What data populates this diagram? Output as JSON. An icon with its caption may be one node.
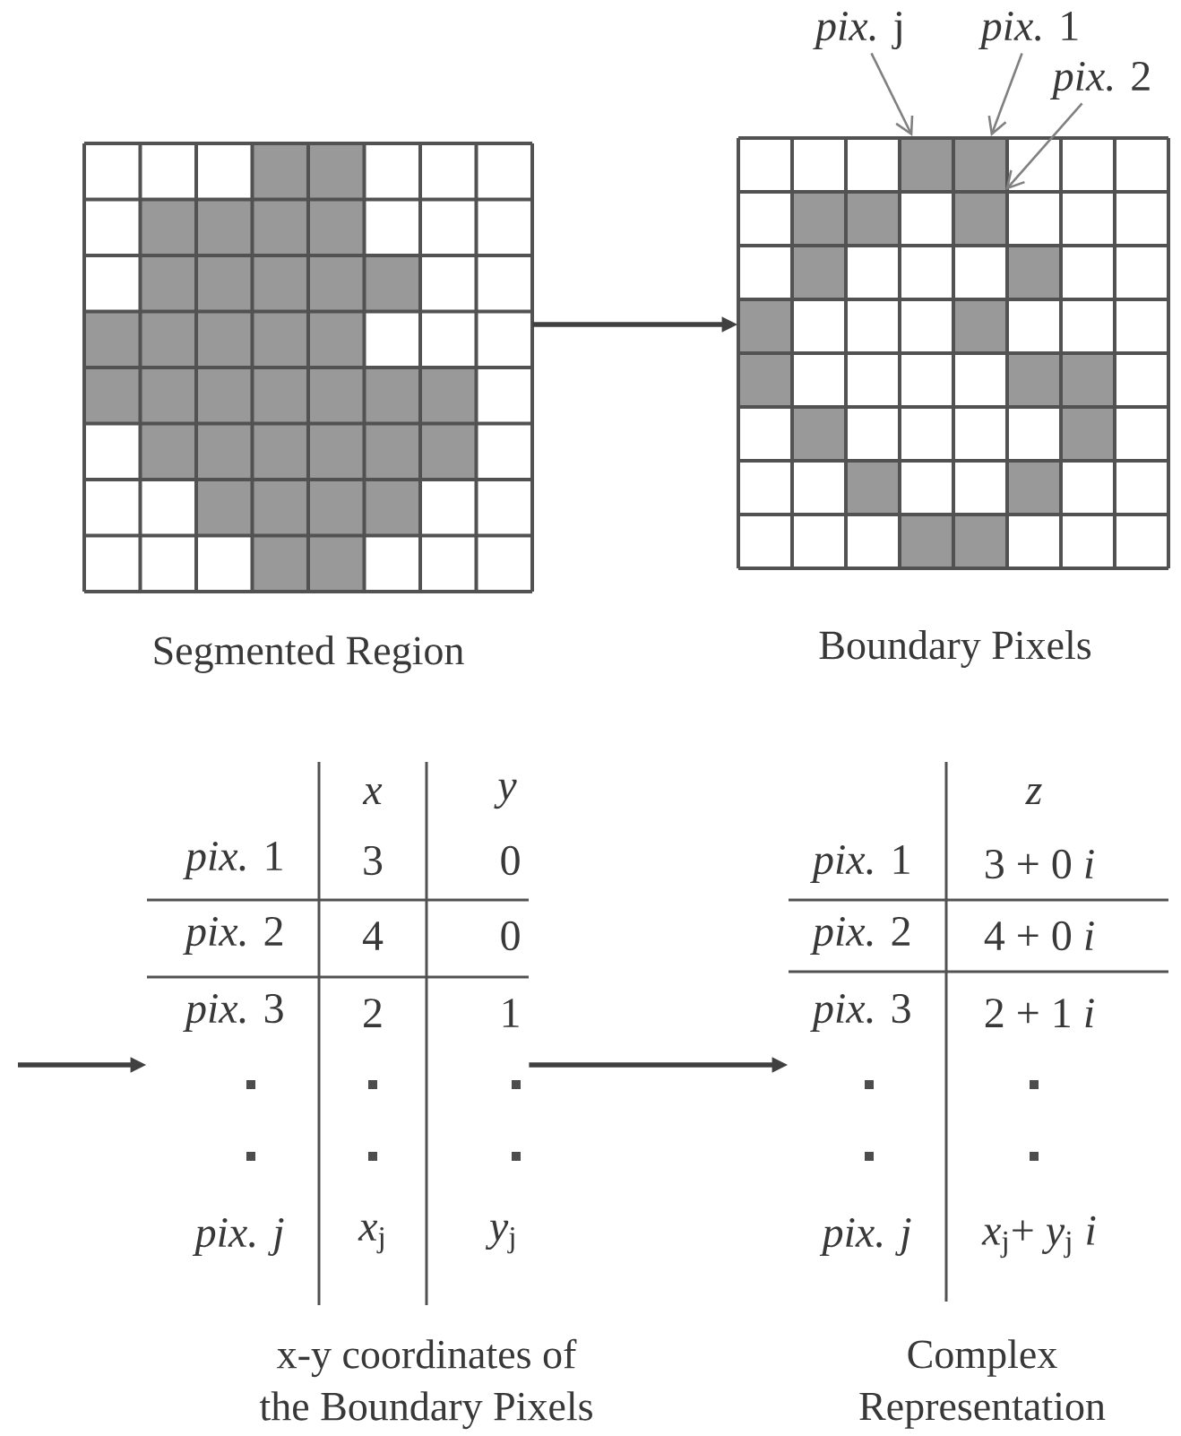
{
  "diagram": {
    "nodes": [
      {
        "text": [
          "Segmented Region"
        ]
      },
      {
        "text": [
          "Boundary Pixels"
        ]
      },
      {
        "text": [
          "*pix.* j"
        ]
      },
      {
        "text": [
          "*pix.* 1"
        ]
      },
      {
        "text": [
          "*pix.* 2"
        ]
      },
      {
        "text": [],
        "shape": "box",
        "in": 1
      },
      {
        "text": [],
        "shape": "box",
        "in": 1
      },
      {
        "text": [],
        "shape": "box",
        "in": 1
      },
      {
        "text": [
          "x-y coordinates of the Boundary Pixels"
        ]
      },
      {
        "text": [
          "Complex Representation"
        ]
      }
    ],
    "edges": [
      {
        "from": 0,
        "to": 1,
        "arrow": "to"
      },
      {
        "from": null,
        "to": 8,
        "arrow": "to"
      },
      {
        "from": 8,
        "to": 9,
        "arrow": "to"
      },
      {
        "from": 2,
        "to": 5,
        "arrow": "to",
        "color": "#808080"
      },
      {
        "from": 3,
        "to": 6,
        "arrow": "to",
        "color": "#808080"
      },
      {
        "from": 4,
        "to": 7,
        "arrow": "to",
        "color": "#808080"
      }
    ],
    "labels": [
      "x",
      "y",
      "*pix.* 1",
      "3",
      "0",
      "*pix.* 2",
      "4",
      "0",
      "*pix.* 3",
      "2",
      "1",
      "pix. j",
      "*x*$_{j}$",
      "*y*$_{j}$",
      "z",
      "*pix.* 1",
      "3 + 0 *i*",
      "*pix.* 2",
      "4 + 0 *i*",
      "*pix.* 3",
      "2 + 1 *i*",
      "pix. j",
      "*x*$_{j}$+ *y*$_{j}$ *i*"
    ]
  }
}
